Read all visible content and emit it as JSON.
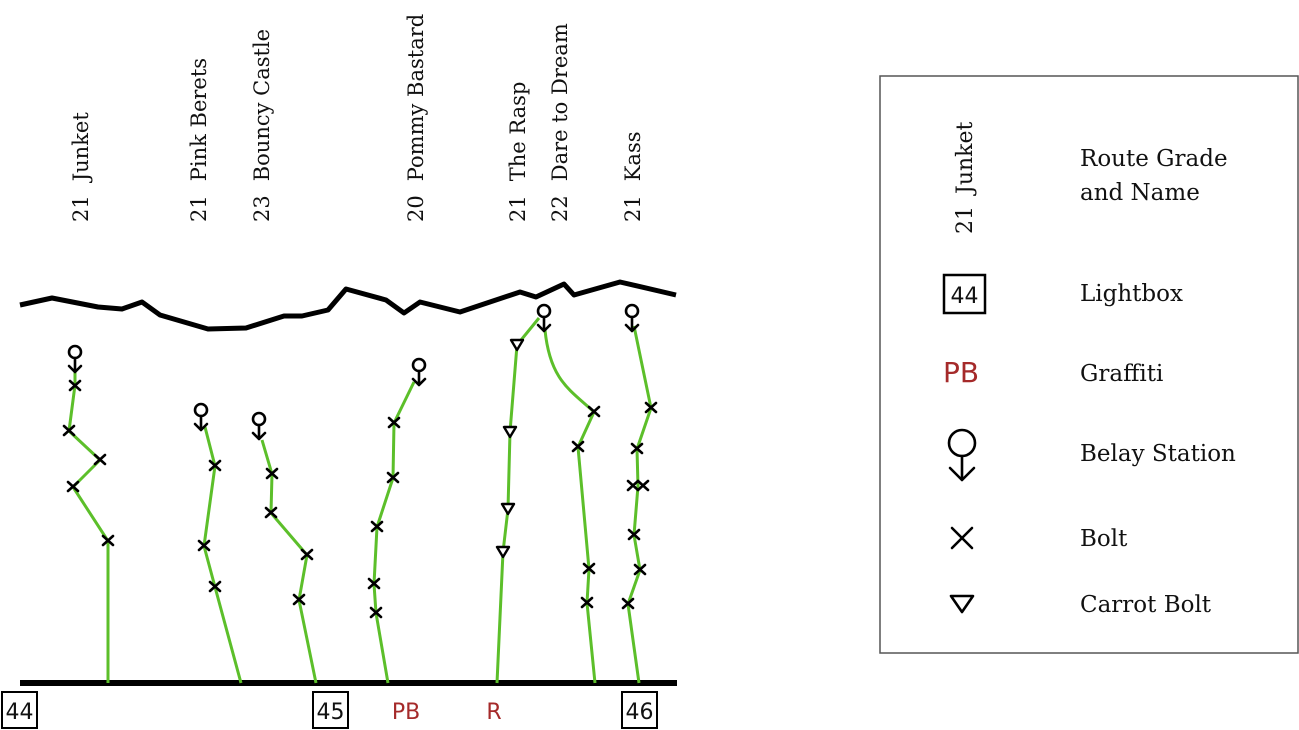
{
  "colors": {
    "route_line": "#5cbf2a",
    "ink": "#000000",
    "graffiti": "#a52a2a"
  },
  "routes": [
    {
      "grade": "21",
      "name": "Junket"
    },
    {
      "grade": "21",
      "name": "Pink Berets"
    },
    {
      "grade": "23",
      "name": "Bouncy Castle"
    },
    {
      "grade": "20",
      "name": "Pommy Bastard"
    },
    {
      "grade": "21",
      "name": "The Rasp"
    },
    {
      "grade": "22",
      "name": "Dare to Dream"
    },
    {
      "grade": "21",
      "name": "Kass"
    }
  ],
  "base_markers": {
    "lightboxes": [
      "44",
      "45",
      "46"
    ],
    "graffiti": [
      "PB",
      "R"
    ]
  },
  "legend": {
    "sample_grade": "21",
    "sample_name": "Junket",
    "route_label": "Route Grade\nand Name",
    "route_label_line1": "Route Grade",
    "route_label_line2": "and Name",
    "lightbox_sample": "44",
    "lightbox_label": "Lightbox",
    "graffiti_sample": "PB",
    "graffiti_label": "Graffiti",
    "belay_label": "Belay Station",
    "bolt_label": "Bolt",
    "carrot_label": "Carrot Bolt"
  }
}
